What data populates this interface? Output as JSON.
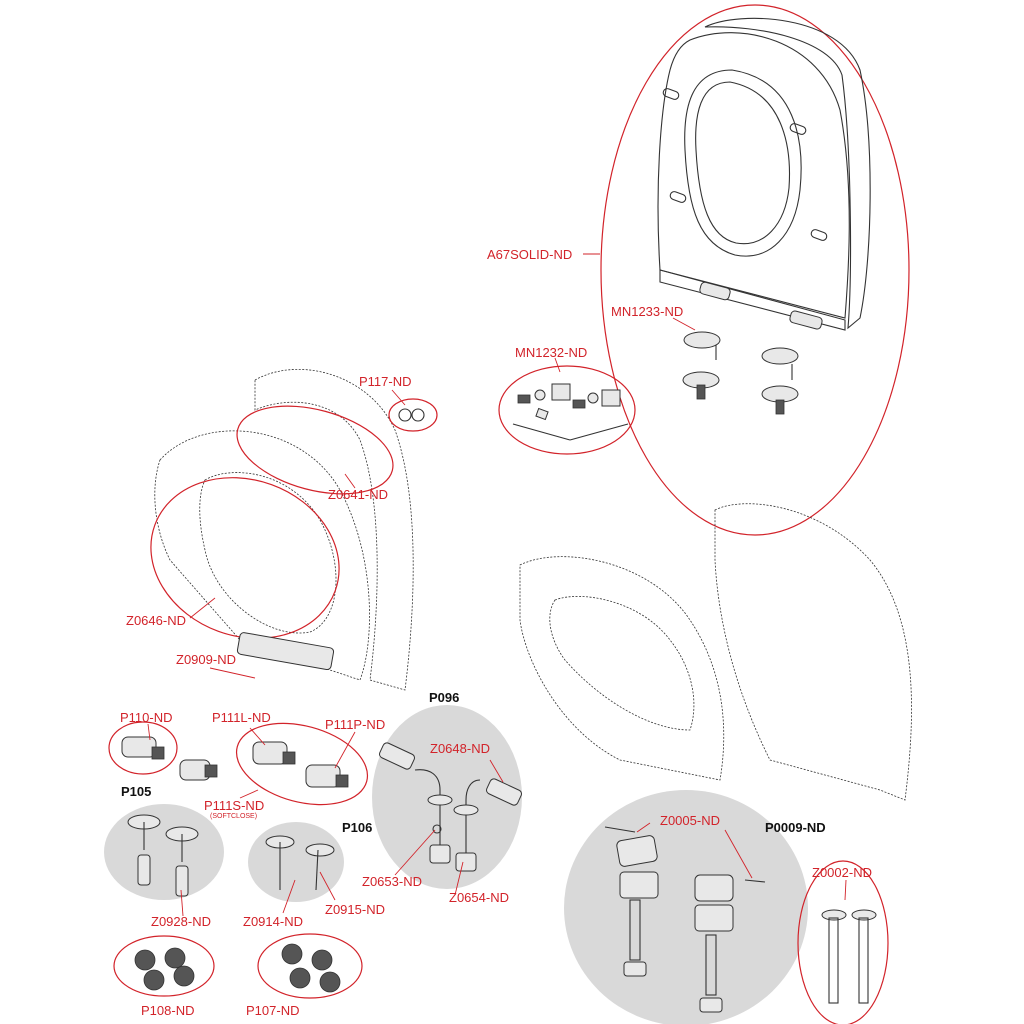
{
  "colors": {
    "label_red": "#d2232a",
    "label_black": "#111111",
    "group_grey": "#d9d9d9"
  },
  "labels": {
    "a67solid": "A67SOLID-ND",
    "mn1233": "MN1233-ND",
    "mn1232": "MN1232-ND",
    "p117": "P117-ND",
    "z0641": "Z0641-ND",
    "z0646": "Z0646-ND",
    "z0909": "Z0909-ND",
    "p110": "P110-ND",
    "p111l": "P111L-ND",
    "p111p": "P111P-ND",
    "p111s": "P111S-ND",
    "softclose": "(SOFTCLOSE)",
    "p096": "P096",
    "z0648": "Z0648-ND",
    "p105": "P105",
    "p106": "P106",
    "z0653": "Z0653-ND",
    "z0654": "Z0654-ND",
    "z0928": "Z0928-ND",
    "z0914": "Z0914-ND",
    "z0915": "Z0915-ND",
    "p108": "P108-ND",
    "p107": "P107-ND",
    "z0005": "Z0005-ND",
    "p0009": "P0009-ND",
    "z0002": "Z0002-ND"
  }
}
